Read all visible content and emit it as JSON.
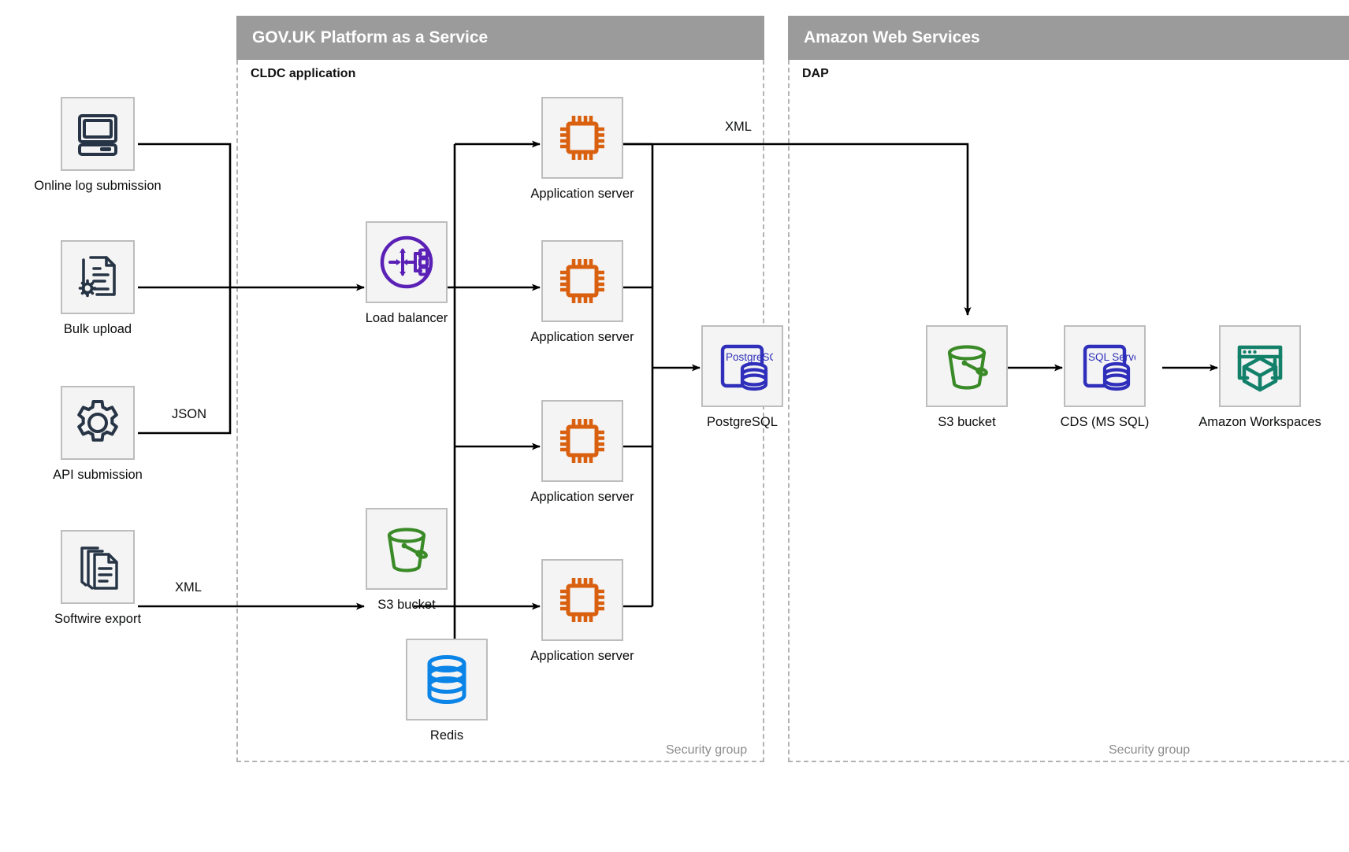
{
  "groups": [
    {
      "id": "paas",
      "title": "GOV.UK Platform as a Service",
      "subtitle": "CLDC application",
      "security_label": "Security group"
    },
    {
      "id": "aws",
      "title": "Amazon Web Services",
      "subtitle": "DAP",
      "security_label": "Security group"
    }
  ],
  "nodes": {
    "online_log": {
      "label": "Online log submission",
      "icon": "desktop-computer-icon"
    },
    "bulk_upload": {
      "label": "Bulk upload",
      "icon": "document-gear-icon"
    },
    "api_submission": {
      "label": "API submission",
      "icon": "gear-icon"
    },
    "softwire_export": {
      "label": "Softwire export",
      "icon": "stacked-documents-icon"
    },
    "load_balancer": {
      "label": "Load balancer",
      "icon": "load-balancer-icon"
    },
    "app_server_1": {
      "label": "Application server",
      "icon": "cpu-chip-icon"
    },
    "app_server_2": {
      "label": "Application server",
      "icon": "cpu-chip-icon"
    },
    "app_server_3": {
      "label": "Application server",
      "icon": "cpu-chip-icon"
    },
    "app_server_4": {
      "label": "Application server",
      "icon": "cpu-chip-icon"
    },
    "postgresql": {
      "label": "PostgreSQL",
      "icon": "postgresql-icon",
      "icon_text": "PostgreSQL"
    },
    "s3_paas": {
      "label": "S3 bucket",
      "icon": "s3-bucket-icon"
    },
    "redis": {
      "label": "Redis",
      "icon": "redis-database-icon"
    },
    "s3_aws": {
      "label": "S3 bucket",
      "icon": "s3-bucket-icon"
    },
    "cds": {
      "label": "CDS (MS SQL)",
      "icon": "sql-server-icon",
      "icon_text": "SQL Server"
    },
    "workspaces": {
      "label": "Amazon Workspaces",
      "icon": "amazon-workspaces-icon"
    }
  },
  "edge_labels": {
    "api_json": "JSON",
    "softwire_xml": "XML",
    "appserver_xml": "XML"
  },
  "colors": {
    "header_bar": "#9b9b9b",
    "tile_bg": "#f4f4f4",
    "tile_border": "#bdbdbd",
    "dark_navy": "#263445",
    "orange": "#d9600f",
    "purple": "#5b21b6",
    "postgres_blue": "#2f2fbb",
    "green": "#3a8a28",
    "redis_blue": "#0b84e8",
    "teal": "#13806a",
    "line": "#000000",
    "dashed_border": "#b3b3b3"
  }
}
